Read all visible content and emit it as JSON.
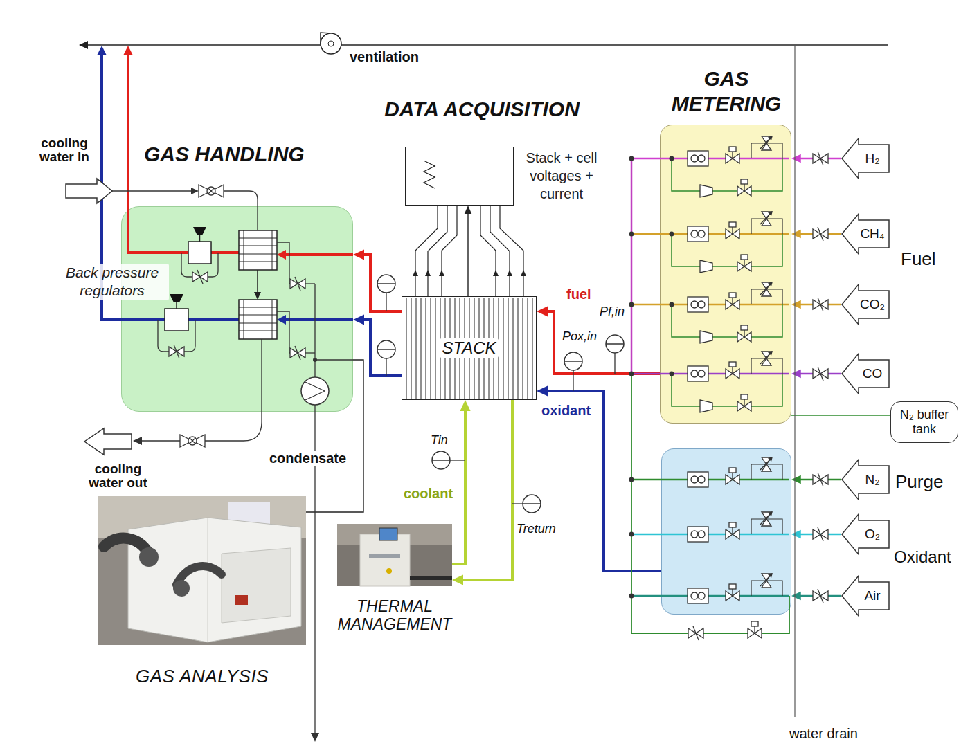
{
  "diagram": {
    "nodes": [
      {
        "text": [
          "GAS HANDLING",
          "Back pressure regulators"
        ]
      },
      {
        "text": [
          "DATA ACQUISITION",
          "Stack + cell voltages + current"
        ]
      },
      {
        "text": [
          "STACK"
        ]
      },
      {
        "text": [
          "GAS METERING",
          "Fuel"
        ]
      },
      {
        "text": [
          "H₂"
        ]
      },
      {
        "text": [
          "CH₄"
        ]
      },
      {
        "text": [
          "CO₂"
        ]
      },
      {
        "text": [
          "CO"
        ]
      },
      {
        "text": [
          "N₂ buffer tank"
        ]
      },
      {
        "text": [
          "Purge",
          "Oxidant"
        ]
      },
      {
        "text": [
          "N₂"
        ]
      },
      {
        "text": [
          "O₂"
        ]
      },
      {
        "text": [
          "Air"
        ]
      },
      {
        "text": [
          "THERMAL MANAGEMENT"
        ]
      },
      {
        "text": [
          "GAS ANALYSIS"
        ]
      }
    ],
    "edges": [
      {
        "from": 2,
        "to": 0,
        "arrow": "to"
      },
      {
        "from": 2,
        "to": 0,
        "arrow": "to"
      },
      {
        "from": 2,
        "to": 1,
        "arrow": "to"
      },
      {
        "from": 3,
        "to": 2,
        "label": "fuel",
        "arrow": "to"
      },
      {
        "from": 9,
        "to": 2,
        "label": "oxidant",
        "arrow": "to"
      },
      {
        "from": 4,
        "to": 3,
        "arrow": "to"
      },
      {
        "from": 5,
        "to": 3,
        "arrow": "to"
      },
      {
        "from": 6,
        "to": 3,
        "arrow": "to"
      },
      {
        "from": 7,
        "to": 3,
        "arrow": "to"
      },
      {
        "from": 8,
        "to": 3,
        "arrow": "none"
      },
      {
        "from": 10,
        "to": 9,
        "arrow": "to"
      },
      {
        "from": 11,
        "to": 9,
        "arrow": "to"
      },
      {
        "from": 12,
        "to": 9,
        "arrow": "to"
      },
      {
        "from": 13,
        "to": 2,
        "label": "coolant",
        "arrow": "to"
      },
      {
        "from": 2,
        "to": 13,
        "arrow": "to"
      },
      {
        "from": 0,
        "to": 14,
        "arrow": "none"
      }
    ],
    "labels": [
      "ventilation",
      "cooling water in",
      "cooling water out",
      "condensate",
      "Pf,in",
      "Pox,in",
      "Tin",
      "Treturn",
      "water drain"
    ]
  }
}
